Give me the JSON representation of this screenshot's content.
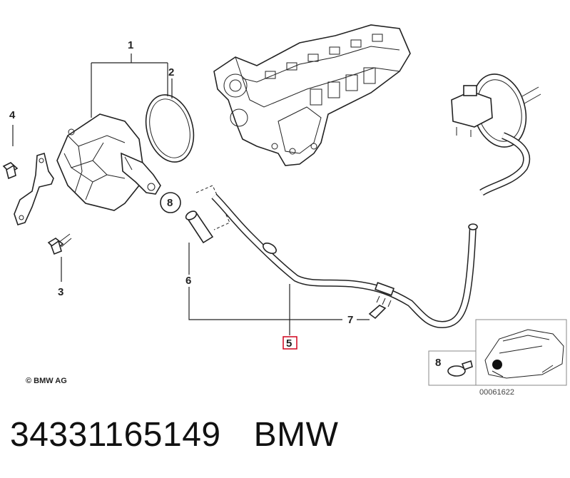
{
  "callouts": {
    "n1": "1",
    "n2": "2",
    "n3": "3",
    "n4": "4",
    "n5": "5",
    "n6": "6",
    "n7": "7",
    "n8": "8",
    "n8_inset": "8"
  },
  "copyright": "© BMW AG",
  "diagram_code": "00061622",
  "caption": {
    "part_number": "34331165149",
    "brand": "BMW"
  },
  "colors": {
    "highlight_box": "#d0021b",
    "line": "#222222"
  }
}
